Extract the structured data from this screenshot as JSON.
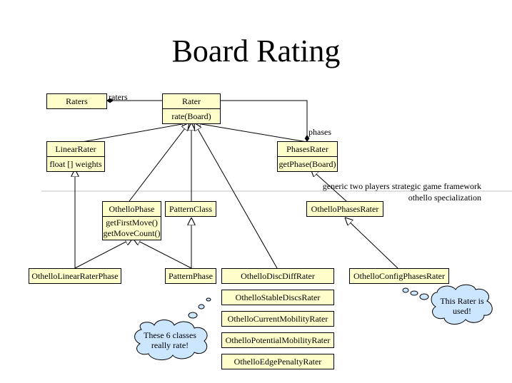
{
  "title": "Board Rating",
  "classes": {
    "raters": {
      "name": "Raters"
    },
    "rater": {
      "name": "Rater",
      "method": "rate(Board)"
    },
    "linear_rater": {
      "name": "LinearRater",
      "field": "float [] weights"
    },
    "phases_rater": {
      "name": "PhasesRater",
      "method": "getPhase(Board)"
    },
    "othello_phase": {
      "name": "OthelloPhase",
      "methods": [
        "getFirstMove()",
        "getMoveCount()"
      ]
    },
    "pattern_class": {
      "name": "PatternClass"
    },
    "othello_phases_rater": {
      "name": "OthelloPhasesRater"
    },
    "othello_linear_rater_phase": {
      "name": "OthelloLinearRaterPhase"
    },
    "pattern_phase": {
      "name": "PatternPhase"
    },
    "othello_config_phases_rater": {
      "name": "OthelloConfigPhasesRater"
    },
    "othello_disc_diff_rater": {
      "name": "OthelloDiscDiffRater"
    },
    "othello_stable_discs_rater": {
      "name": "OthelloStableDiscsRater"
    },
    "othello_current_mobility_rater": {
      "name": "OthelloCurrentMobilityRater"
    },
    "othello_potential_mobility_rater": {
      "name": "OthelloPotentialMobilityRater"
    },
    "othello_edge_penalty_rater": {
      "name": "OthelloEdgePenaltyRater"
    }
  },
  "labels": {
    "raters": "raters",
    "phases": "phases",
    "framework": "generic two players strategic game framework",
    "specialization": "othello specialization"
  },
  "notes": {
    "six_classes": "These 6 classes really rate!",
    "this_rater": "This Rater is used!"
  },
  "colors": {
    "class_fill": "#ffffcc",
    "note_fill": "#cce6ff",
    "line": "#000000",
    "divider": "#c0c0c0"
  }
}
